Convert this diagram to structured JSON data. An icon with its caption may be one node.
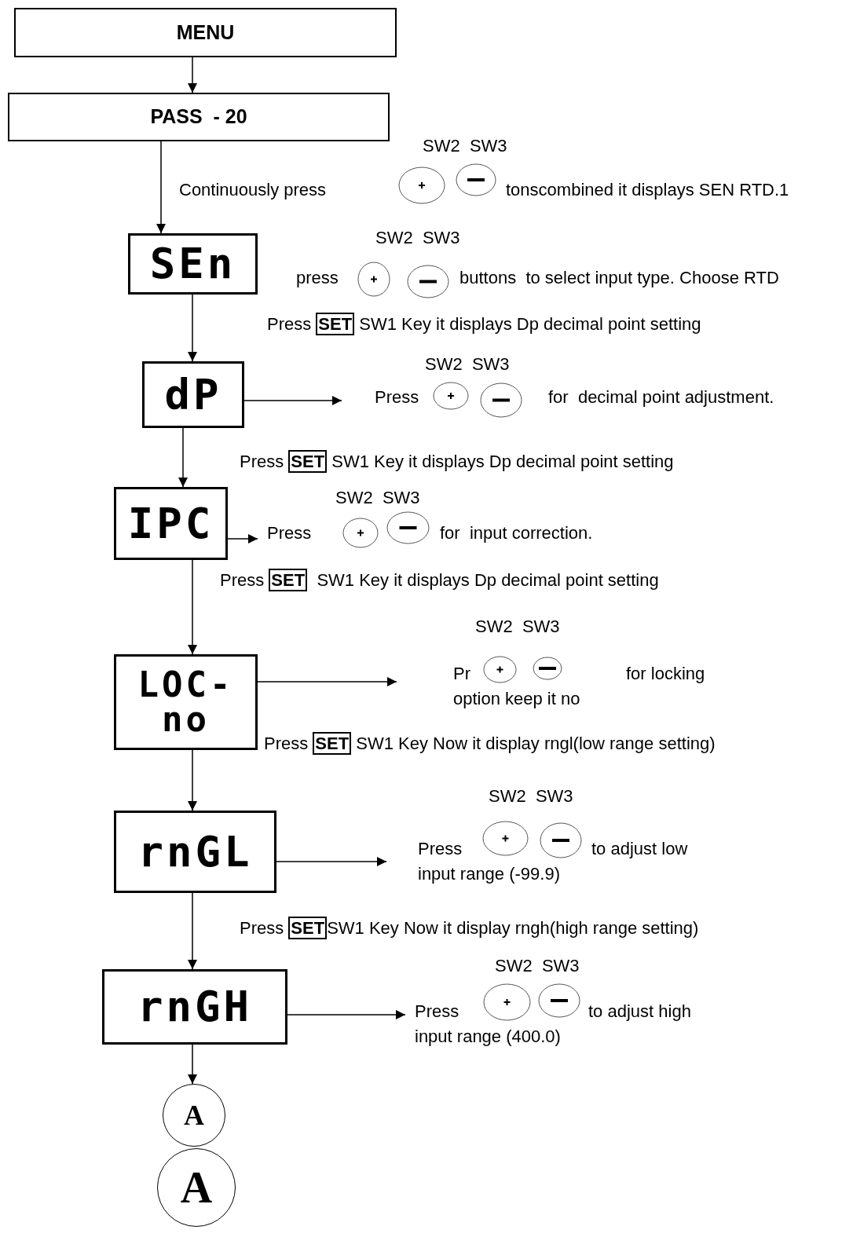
{
  "diagram": {
    "nodes": [
      {
        "text": [
          "MENU"
        ]
      },
      {
        "text": [
          "PASS  - 20"
        ]
      },
      {
        "text": [
          "SEn"
        ]
      },
      {
        "text": [
          "dP"
        ]
      },
      {
        "text": [
          "IPC"
        ]
      },
      {
        "text": [
          "LOC-",
          "no"
        ]
      },
      {
        "text": [
          "rnGL"
        ]
      },
      {
        "text": [
          "rnGH"
        ]
      },
      {
        "text": [
          "A"
        ]
      },
      {
        "text": [
          "A"
        ]
      },
      {
        "text": [
          "Press"
        ]
      },
      {
        "text": [
          "Press"
        ]
      }
    ],
    "edges": [
      {
        "from": 0,
        "to": 1,
        "arrow": "to"
      },
      {
        "from": 1,
        "to": 2,
        "arrow": "to"
      },
      {
        "from": 2,
        "to": 3,
        "arrow": "to"
      },
      {
        "from": 3,
        "to": null,
        "arrow": "to"
      },
      {
        "from": 3,
        "to": 4,
        "arrow": "to"
      },
      {
        "from": 4,
        "to": 10,
        "arrow": "to"
      },
      {
        "from": 4,
        "to": 5,
        "arrow": "to"
      },
      {
        "from": 5,
        "to": null,
        "arrow": "to"
      },
      {
        "from": 5,
        "to": 6,
        "arrow": "to"
      },
      {
        "from": 6,
        "to": null,
        "arrow": "to"
      },
      {
        "from": 6,
        "to": 7,
        "arrow": "to"
      },
      {
        "from": 7,
        "to": 11,
        "arrow": "to"
      },
      {
        "from": 7,
        "to": 8,
        "arrow": "to"
      }
    ],
    "labels": [
      "SW2  SW3",
      "Continuously press",
      "tonscombined it displays SEN RTD.1",
      "SW2  SW3",
      "press",
      "buttons  to select input type. Choose RTD",
      "Press **SET** SW1 Key it displays Dp decimal point setting",
      "SW2  SW3",
      "Press",
      "for  decimal point adjustment.",
      "Press **SET** SW1 Key it displays Dp decimal point setting",
      "SW2  SW3",
      "for  input correction.",
      "Press **SET**  SW1 Key it displays Dp decimal point setting",
      "SW2  SW3",
      "Pr",
      "for locking option keep it no",
      "Press **SET** SW1 Key Now it display rngl(low range setting)",
      "SW2  SW3",
      "Press",
      "to adjust low input range (-99.9)",
      "Press **SET**SW1 Key Now it display rngh(high range setting)",
      "SW2  SW3",
      "to adjust high input range (400.0)"
    ]
  }
}
